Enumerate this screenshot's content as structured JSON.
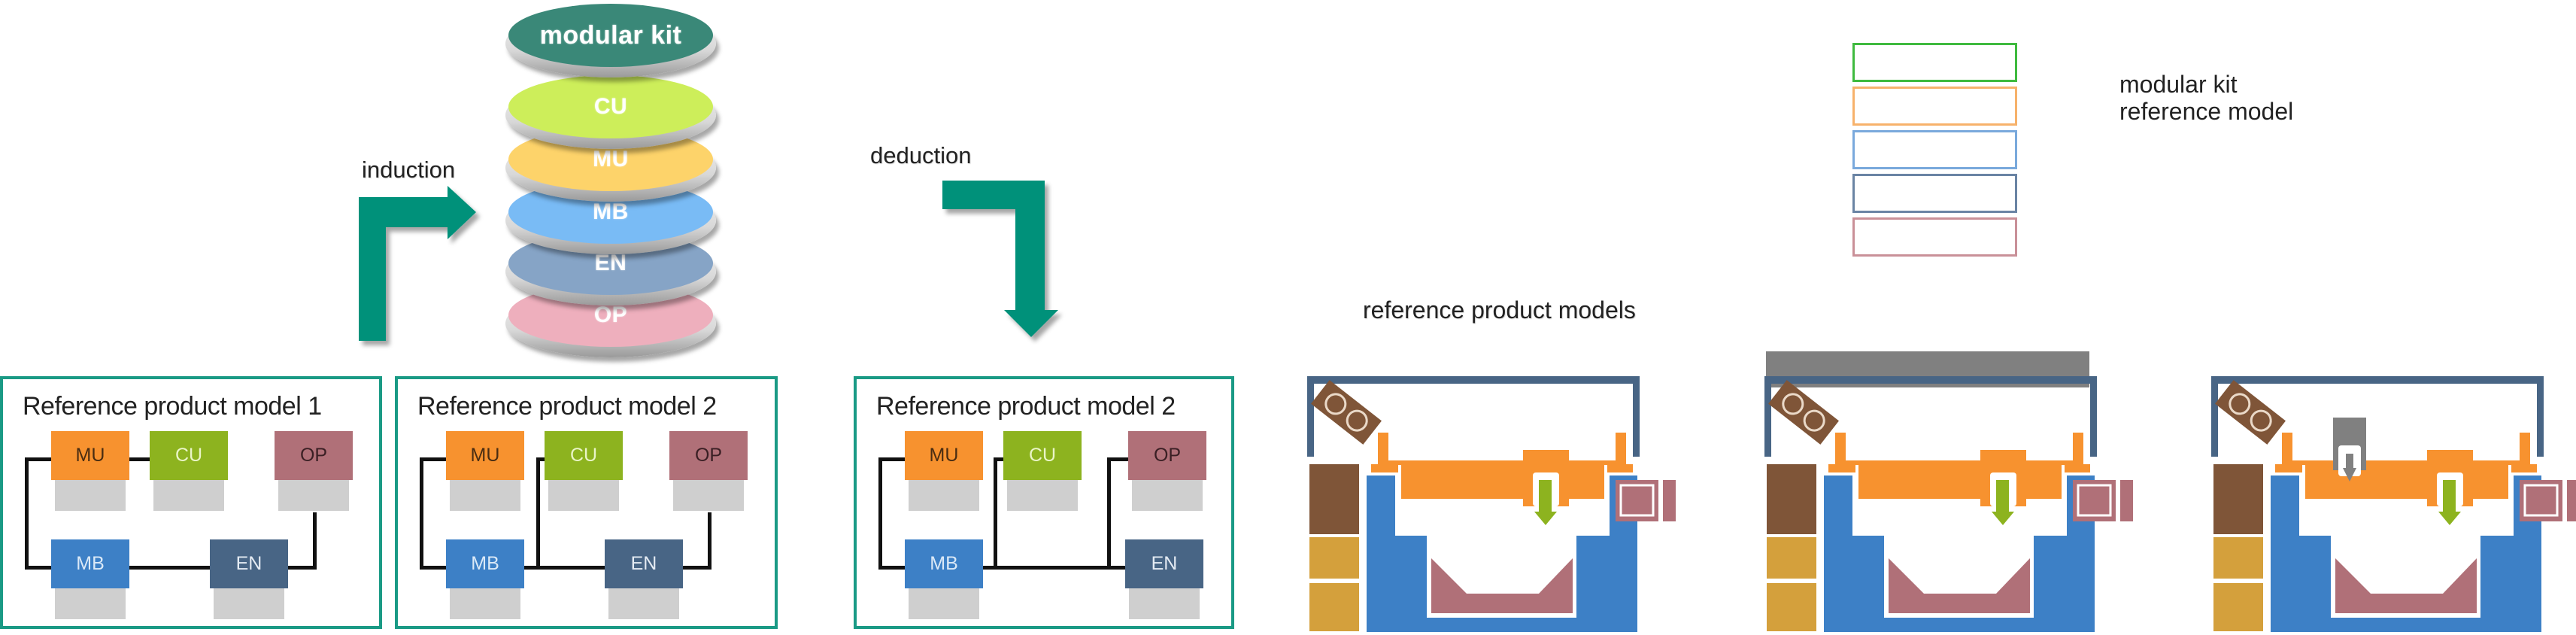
{
  "colors": {
    "teal_arrow": "#00917a",
    "panel_border": "#1a9a85",
    "wire": "#111111",
    "module_shadow": "#cfcfcf"
  },
  "stack": {
    "discs": [
      {
        "label": "modular kit",
        "color": "#3a8878"
      },
      {
        "label": "CU",
        "color": "#cdee5a"
      },
      {
        "label": "MU",
        "color": "#fdd36a"
      },
      {
        "label": "MB",
        "color": "#79bbf5"
      },
      {
        "label": "EN",
        "color": "#86a4c6"
      },
      {
        "label": "OP",
        "color": "#eeafbd"
      }
    ]
  },
  "arrows": {
    "induction_label": "induction",
    "deduction_label": "deduction"
  },
  "modules": {
    "MU": {
      "label": "MU",
      "color": "#f7922f",
      "text_color": "#4a2d12"
    },
    "CU": {
      "label": "CU",
      "color": "#8db31f",
      "text_color": "#eaf5c8"
    },
    "OP": {
      "label": "OP",
      "color": "#b07078",
      "text_color": "#3a1f24"
    },
    "MB": {
      "label": "MB",
      "color": "#3d80c6",
      "text_color": "#dbe9f7"
    },
    "EN": {
      "label": "EN",
      "color": "#486585",
      "text_color": "#e4ebf3"
    }
  },
  "panels": [
    {
      "title": "Reference product model  1",
      "connections": [
        "MU-CU",
        "MU-MB",
        "MB-EN",
        "EN-OP"
      ]
    },
    {
      "title": "Reference product model 2",
      "connections": [
        "MU-MB",
        "CU-MB",
        "MB-EN",
        "EN-OP"
      ]
    },
    {
      "title": "Reference product model  2",
      "connections": [
        "MU-MB",
        "CU-MB",
        "MB-EN",
        "OP-EN"
      ]
    }
  ],
  "machines_section": {
    "label": "reference product models",
    "machines": [
      {
        "name": "machine-1",
        "roof": false,
        "extra_spindle": false
      },
      {
        "name": "machine-2",
        "roof": true,
        "extra_spindle": false
      },
      {
        "name": "machine-3",
        "roof": false,
        "extra_spindle": true
      }
    ],
    "part_colors": {
      "frame": "#486585",
      "robot": "#7f5538",
      "cabinet_brown": "#7f5538",
      "cabinet_gold": "#d4a03c",
      "bed": "#3d80c6",
      "gantry": "#f7922f",
      "tool_arrow": "#8db31f",
      "motor": "#b07078",
      "tub": "#b07078",
      "roof": "#808080",
      "spindle": "#808080"
    }
  },
  "legend": {
    "items": [
      {
        "color": "#3fba3f"
      },
      {
        "color": "#f7b26b"
      },
      {
        "color": "#7aa9dc"
      },
      {
        "color": "#6a84a4"
      },
      {
        "color": "#c99098"
      }
    ],
    "text_line1": "modular  kit",
    "text_line2": "reference model"
  }
}
